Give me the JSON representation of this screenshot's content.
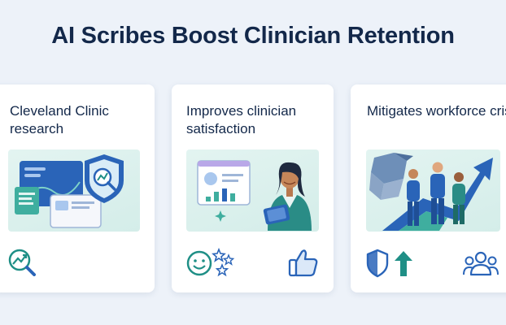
{
  "title": "AI Scribes Boost Clinician Retention",
  "cards": [
    {
      "title": "Cleveland Clinic research",
      "icons": [
        "research-document-illustration",
        "growth-search-icon"
      ]
    },
    {
      "title": "Improves clinician satisfaction",
      "icons": [
        "clinician-tablet-illustration",
        "smiley-stars-icon",
        "thumbs-up-icon"
      ]
    },
    {
      "title": "Mitigates workforce crisis",
      "icons": [
        "team-arrow-illustration",
        "shield-icon",
        "arrow-up-icon",
        "team-icon"
      ]
    }
  ],
  "colors": {
    "title": "#13284a",
    "accent": "#1f8f86",
    "blue": "#2a64b8",
    "background": "#edf2f9"
  }
}
